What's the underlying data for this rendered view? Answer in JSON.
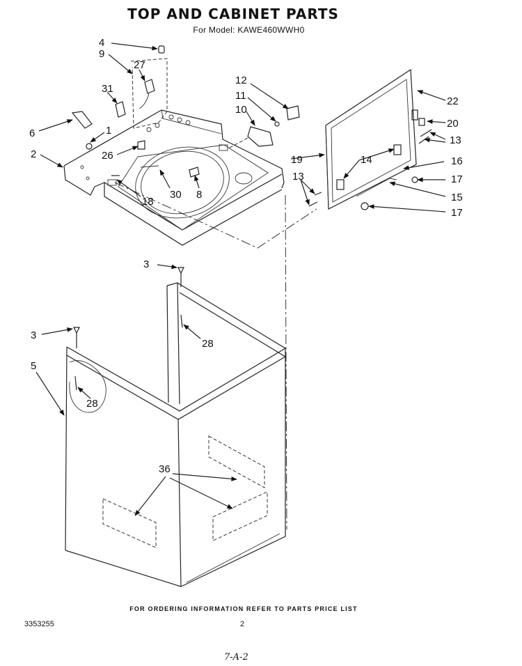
{
  "header": {
    "title": "TOP AND CABINET PARTS",
    "subtitle": "For Model: KAWE460WWH0"
  },
  "callouts": [
    {
      "id": "c4",
      "text": "4"
    },
    {
      "id": "c9",
      "text": "9"
    },
    {
      "id": "c27",
      "text": "27"
    },
    {
      "id": "c31",
      "text": "31"
    },
    {
      "id": "c6",
      "text": "6"
    },
    {
      "id": "c1",
      "text": "1"
    },
    {
      "id": "c2",
      "text": "2"
    },
    {
      "id": "c26",
      "text": "26"
    },
    {
      "id": "c18",
      "text": "18"
    },
    {
      "id": "c30",
      "text": "30"
    },
    {
      "id": "c8",
      "text": "8"
    },
    {
      "id": "c12",
      "text": "12"
    },
    {
      "id": "c11",
      "text": "11"
    },
    {
      "id": "c10",
      "text": "10"
    },
    {
      "id": "c22",
      "text": "22"
    },
    {
      "id": "c20",
      "text": "20"
    },
    {
      "id": "c13a",
      "text": "13"
    },
    {
      "id": "c19",
      "text": "19"
    },
    {
      "id": "c14",
      "text": "14"
    },
    {
      "id": "c16",
      "text": "16"
    },
    {
      "id": "c13b",
      "text": "13"
    },
    {
      "id": "c17a",
      "text": "17"
    },
    {
      "id": "c15",
      "text": "15"
    },
    {
      "id": "c17b",
      "text": "17"
    },
    {
      "id": "c3a",
      "text": "3"
    },
    {
      "id": "c28a",
      "text": "28"
    },
    {
      "id": "c3b",
      "text": "3"
    },
    {
      "id": "c5",
      "text": "5"
    },
    {
      "id": "c28b",
      "text": "28"
    },
    {
      "id": "c36",
      "text": "36"
    }
  ],
  "footer": {
    "ordering_note": "FOR ORDERING INFORMATION REFER TO PARTS PRICE LIST",
    "doc_number": "3353255",
    "page_number": "2",
    "handwritten": "7-A-2"
  }
}
